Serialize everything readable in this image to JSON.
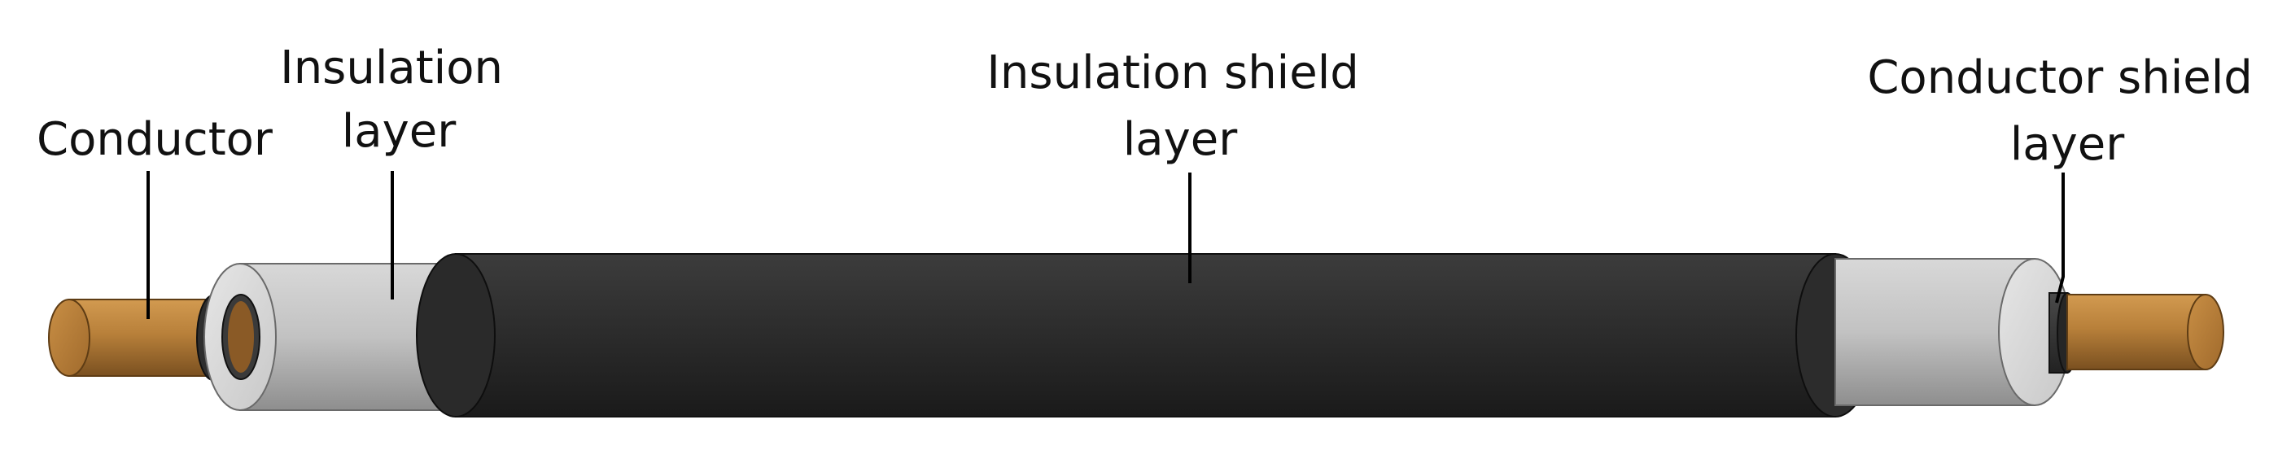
{
  "labels": {
    "conductor": "Conductor",
    "insulation_layer": [
      "Insulation",
      "layer"
    ],
    "insulation_shield_layer": [
      "Insulation shield",
      "layer"
    ],
    "conductor_shield_layer": [
      "Conductor shield",
      "layer"
    ]
  },
  "colors": {
    "conductor": "#b8803a",
    "conductor_shield": "#3a3a3a",
    "insulation": "#c4c4c4",
    "insulation_shield": "#2b2b2b",
    "leader_line": "#000000",
    "text": "#111111"
  }
}
